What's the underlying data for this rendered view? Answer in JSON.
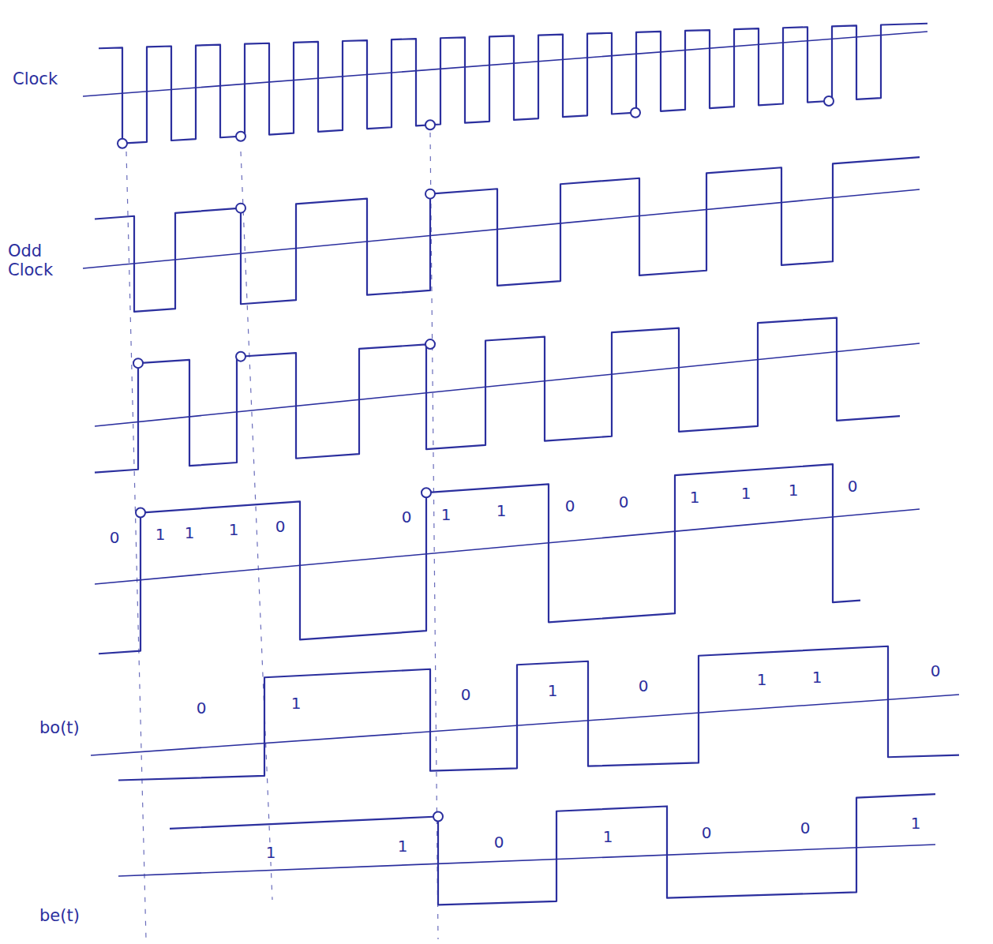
{
  "diagram": {
    "labels": [
      "Clock",
      "Odd Clock",
      "0",
      "1",
      "1",
      "1",
      "0",
      "0",
      "1",
      "1",
      "0",
      "0",
      "1",
      "1",
      "1",
      "0",
      "0",
      "1",
      "0",
      "1",
      "0",
      "1",
      "1",
      "0",
      "bo(t)",
      "1",
      "1",
      "0",
      "1",
      "0",
      "0",
      "1",
      "be(t)"
    ]
  }
}
